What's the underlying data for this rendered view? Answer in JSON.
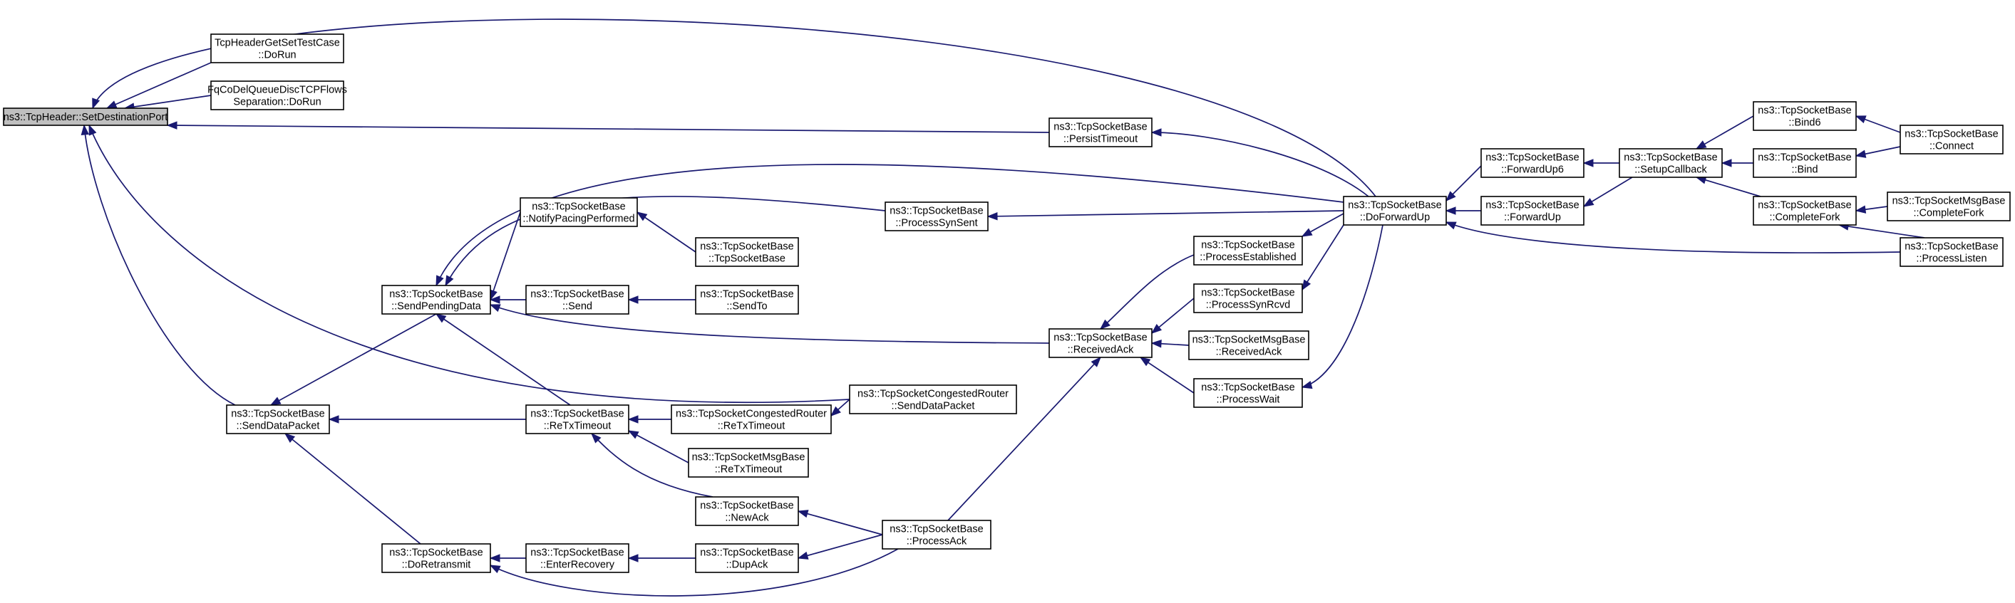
{
  "graph": {
    "colors": {
      "edge": "#191970",
      "root_fill": "#bfbfbf",
      "node_fill": "#ffffff",
      "border": "#000000"
    },
    "nodes": {
      "root": {
        "lines": [
          "ns3::TcpHeader::SetDestinationPort"
        ],
        "root": true
      },
      "hdrTest": {
        "lines": [
          "TcpHeaderGetSetTestCase",
          "::DoRun"
        ]
      },
      "fqCodel": {
        "lines": [
          "FqCoDelQueueDiscTCPFlows",
          "Separation::DoRun"
        ]
      },
      "sendData": {
        "lines": [
          "ns3::TcpSocketBase",
          "::SendDataPacket"
        ]
      },
      "persist": {
        "lines": [
          "ns3::TcpSocketBase",
          "::PersistTimeout"
        ]
      },
      "sendPend": {
        "lines": [
          "ns3::TcpSocketBase",
          "::SendPendingData"
        ]
      },
      "reTx": {
        "lines": [
          "ns3::TcpSocketBase",
          "::ReTxTimeout"
        ]
      },
      "doRetx": {
        "lines": [
          "ns3::TcpSocketBase",
          "::DoRetransmit"
        ]
      },
      "congSend": {
        "lines": [
          "ns3::TcpSocketCongestedRouter",
          "::SendDataPacket"
        ]
      },
      "doFwd": {
        "lines": [
          "ns3::TcpSocketBase",
          "::DoForwardUp"
        ]
      },
      "synSent": {
        "lines": [
          "ns3::TcpSocketBase",
          "::ProcessSynSent"
        ]
      },
      "notify": {
        "lines": [
          "ns3::TcpSocketBase",
          "::NotifyPacingPerformed"
        ]
      },
      "send": {
        "lines": [
          "ns3::TcpSocketBase",
          "::Send"
        ]
      },
      "recvAck": {
        "lines": [
          "ns3::TcpSocketBase",
          "::ReceivedAck"
        ]
      },
      "sockBase": {
        "lines": [
          "ns3::TcpSocketBase",
          "::TcpSocketBase"
        ]
      },
      "sendTo": {
        "lines": [
          "ns3::TcpSocketBase",
          "::SendTo"
        ]
      },
      "congRetx": {
        "lines": [
          "ns3::TcpSocketCongestedRouter",
          "::ReTxTimeout"
        ]
      },
      "msgRetx": {
        "lines": [
          "ns3::TcpSocketMsgBase",
          "::ReTxTimeout"
        ]
      },
      "newAck": {
        "lines": [
          "ns3::TcpSocketBase",
          "::NewAck"
        ]
      },
      "enterRec": {
        "lines": [
          "ns3::TcpSocketBase",
          "::EnterRecovery"
        ]
      },
      "dupAck": {
        "lines": [
          "ns3::TcpSocketBase",
          "::DupAck"
        ]
      },
      "procAck": {
        "lines": [
          "ns3::TcpSocketBase",
          "::ProcessAck"
        ]
      },
      "procEst": {
        "lines": [
          "ns3::TcpSocketBase",
          "::ProcessEstablished"
        ]
      },
      "procSynR": {
        "lines": [
          "ns3::TcpSocketBase",
          "::ProcessSynRcvd"
        ]
      },
      "msgRecv": {
        "lines": [
          "ns3::TcpSocketMsgBase",
          "::ReceivedAck"
        ]
      },
      "procWait": {
        "lines": [
          "ns3::TcpSocketBase",
          "::ProcessWait"
        ]
      },
      "fwdUp6": {
        "lines": [
          "ns3::TcpSocketBase",
          "::ForwardUp6"
        ]
      },
      "fwdUp": {
        "lines": [
          "ns3::TcpSocketBase",
          "::ForwardUp"
        ]
      },
      "setupCb": {
        "lines": [
          "ns3::TcpSocketBase",
          "::SetupCallback"
        ]
      },
      "bind6": {
        "lines": [
          "ns3::TcpSocketBase",
          "::Bind6"
        ]
      },
      "bind": {
        "lines": [
          "ns3::TcpSocketBase",
          "::Bind"
        ]
      },
      "compFork": {
        "lines": [
          "ns3::TcpSocketBase",
          "::CompleteFork"
        ]
      },
      "connect": {
        "lines": [
          "ns3::TcpSocketBase",
          "::Connect"
        ]
      },
      "msgFork": {
        "lines": [
          "ns3::TcpSocketMsgBase",
          "::CompleteFork"
        ]
      },
      "procListen": {
        "lines": [
          "ns3::TcpSocketBase",
          "::ProcessListen"
        ]
      }
    },
    "edges": [
      [
        "hdrTest",
        "root"
      ],
      [
        "fqCodel",
        "root"
      ],
      [
        "sendData",
        "root"
      ],
      [
        "persist",
        "root"
      ],
      [
        "doFwd",
        "root"
      ],
      [
        "congSend",
        "root"
      ],
      [
        "sendPend",
        "sendData"
      ],
      [
        "reTx",
        "sendData"
      ],
      [
        "doRetx",
        "sendData"
      ],
      [
        "doFwd",
        "persist"
      ],
      [
        "notify",
        "sendPend"
      ],
      [
        "send",
        "sendPend"
      ],
      [
        "reTx",
        "sendPend"
      ],
      [
        "recvAck",
        "sendPend"
      ],
      [
        "synSent",
        "sendPend"
      ],
      [
        "doFwd",
        "sendPend"
      ],
      [
        "congRetx",
        "reTx"
      ],
      [
        "msgRetx",
        "reTx"
      ],
      [
        "newAck",
        "reTx"
      ],
      [
        "enterRec",
        "doRetx"
      ],
      [
        "procAck",
        "doRetx"
      ],
      [
        "congSend",
        "congRetx"
      ],
      [
        "sockBase",
        "notify"
      ],
      [
        "sendTo",
        "send"
      ],
      [
        "doFwd",
        "synSent"
      ],
      [
        "procEst",
        "recvAck"
      ],
      [
        "procSynR",
        "recvAck"
      ],
      [
        "msgRecv",
        "recvAck"
      ],
      [
        "procWait",
        "recvAck"
      ],
      [
        "procAck",
        "recvAck"
      ],
      [
        "procAck",
        "newAck"
      ],
      [
        "dupAck",
        "enterRec"
      ],
      [
        "procAck",
        "dupAck"
      ],
      [
        "doFwd",
        "procEst"
      ],
      [
        "doFwd",
        "procSynR"
      ],
      [
        "doFwd",
        "procWait"
      ],
      [
        "fwdUp6",
        "doFwd"
      ],
      [
        "fwdUp",
        "doFwd"
      ],
      [
        "setupCb",
        "fwdUp6"
      ],
      [
        "setupCb",
        "fwdUp"
      ],
      [
        "bind6",
        "setupCb"
      ],
      [
        "bind",
        "setupCb"
      ],
      [
        "compFork",
        "setupCb"
      ],
      [
        "connect",
        "bind6"
      ],
      [
        "connect",
        "bind"
      ],
      [
        "msgFork",
        "compFork"
      ],
      [
        "procListen",
        "compFork"
      ],
      [
        "procListen",
        "doFwd"
      ]
    ]
  }
}
